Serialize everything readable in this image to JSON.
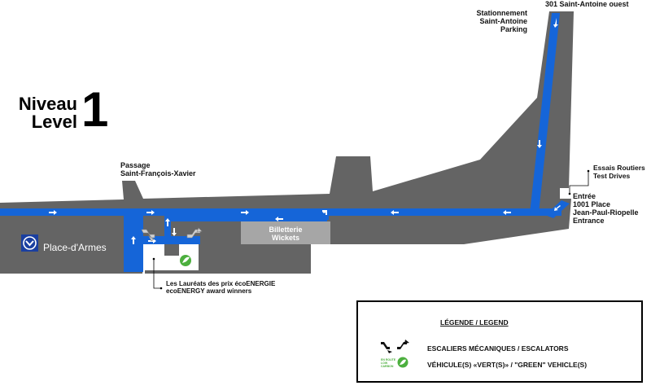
{
  "title": {
    "level_fr": "Niveau",
    "level_en": "Level",
    "number": "1"
  },
  "labels": {
    "parking": [
      "Stationnement",
      "Saint-Antoine",
      "Parking"
    ],
    "address_top": "301 Saint-Antoine ouest",
    "passage": [
      "Passage",
      "Saint-François-Xavier"
    ],
    "test_drives": [
      "Essais Routiers",
      "Test Drives"
    ],
    "entrance": [
      "Entrée",
      "1001 Place",
      "Jean-Paul-Riopelle",
      "Entrance"
    ],
    "metro_station": "Place-d'Armes",
    "ticket_office": [
      "Billetterie",
      "Wickets"
    ],
    "ecoenergy": [
      "Les Lauréats des prix écoENERGIE",
      "ecoENERGY award winners"
    ]
  },
  "legend": {
    "title": "LÉGENDE / LEGEND",
    "escalators": "ESCALIERS MÉCANIQUES / ESCALATORS",
    "green_vehicles": "VÉHICULE(S) «VERT(S)» / \"GREEN\" VEHICLE(S)",
    "green_badge_text": [
      "EN ROUTE",
      "LOW",
      "CARBON"
    ]
  },
  "colors": {
    "building": "#646464",
    "corridor": "#1565d8",
    "ticket": "#a6a6a6",
    "metro": "#1a3fa0",
    "green": "#4caf3e"
  }
}
